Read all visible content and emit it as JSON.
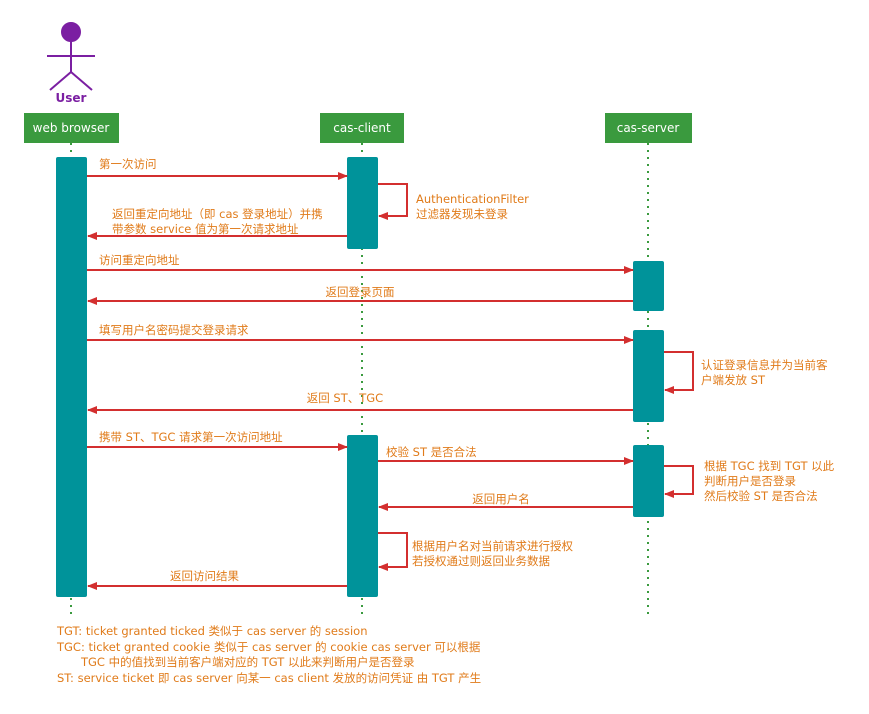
{
  "colors": {
    "participant_box": "#3a9a3e",
    "lifeline": "#3a9a3e",
    "activation": "#00939a",
    "arrow": "#d32f2f",
    "label_text": "#e07b1a",
    "user": "#7b1fa2"
  },
  "user": {
    "label": "User",
    "icon": "person-stick-figure-icon"
  },
  "participants": [
    {
      "id": "browser",
      "label": "web browser"
    },
    {
      "id": "client",
      "label": "cas-client"
    },
    {
      "id": "server",
      "label": "cas-server"
    }
  ],
  "messages": [
    {
      "id": "m1",
      "from": "browser",
      "to": "client",
      "lines": [
        "第一次访问"
      ]
    },
    {
      "id": "m2",
      "self": "client",
      "lines": [
        "AuthenticationFilter",
        "过滤器发现未登录"
      ]
    },
    {
      "id": "m3",
      "from": "client",
      "to": "browser",
      "lines": [
        "返回重定向地址（即 cas 登录地址）并携",
        "带参数 service 值为第一次请求地址"
      ]
    },
    {
      "id": "m4",
      "from": "browser",
      "to": "server",
      "lines": [
        "访问重定向地址"
      ]
    },
    {
      "id": "m5",
      "from": "server",
      "to": "browser",
      "lines": [
        "返回登录页面"
      ]
    },
    {
      "id": "m6",
      "from": "browser",
      "to": "server",
      "lines": [
        "填写用户名密码提交登录请求"
      ]
    },
    {
      "id": "m7",
      "self": "server",
      "lines": [
        "认证登录信息并为当前客",
        "户端发放 ST"
      ]
    },
    {
      "id": "m8",
      "from": "server",
      "to": "browser",
      "lines": [
        "返回 ST、TGC"
      ]
    },
    {
      "id": "m9",
      "from": "browser",
      "to": "client",
      "lines": [
        "携带 ST、TGC 请求第一次访问地址"
      ]
    },
    {
      "id": "m10",
      "from": "client",
      "to": "server",
      "lines": [
        "校验 ST 是否合法"
      ]
    },
    {
      "id": "m11",
      "self": "server",
      "lines": [
        "根据 TGC 找到 TGT 以此",
        "判断用户是否登录",
        "然后校验 ST 是否合法"
      ]
    },
    {
      "id": "m12",
      "from": "server",
      "to": "client",
      "lines": [
        "返回用户名"
      ]
    },
    {
      "id": "m13",
      "self": "client",
      "lines": [
        "根据用户名对当前请求进行授权",
        "若授权通过则返回业务数据"
      ]
    },
    {
      "id": "m14",
      "from": "client",
      "to": "browser",
      "lines": [
        "返回访问结果"
      ]
    }
  ],
  "notes": {
    "tgt": "TGT: ticket granted ticked 类似于 cas server 的 session",
    "tgc_1": "TGC: ticket granted cookie 类似于 cas server 的 cookie cas server 可以根据",
    "tgc_2": "TGC 中的值找到当前客户端对应的 TGT 以此来判断用户是否登录",
    "st": "ST: service ticket 即 cas server 向某一 cas client 发放的访问凭证 由 TGT 产生"
  }
}
